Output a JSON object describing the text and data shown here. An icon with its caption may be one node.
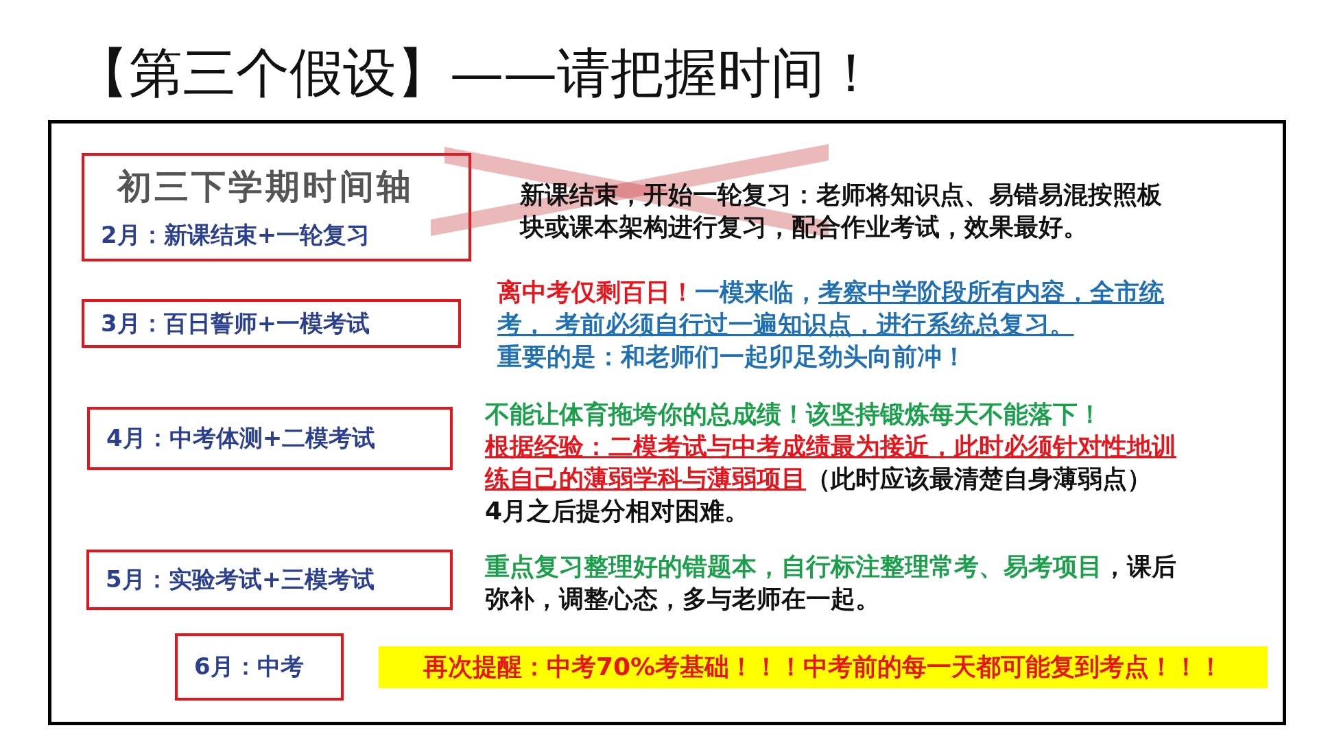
{
  "diagram": {
    "title": "【第三个假设】——请把握时间！",
    "nodes": [
      {
        "text": [],
        "shape": "box"
      },
      {
        "text": [
          "初三下学期时间轴",
          "2月：新课结束+一轮复习"
        ],
        "in": 0,
        "beside": [
          "新课结束，开始一轮复习：老师将知识点、易错易混按照板块或课本架构进行复习，配合作业考试，效果最好。"
        ]
      },
      {
        "text": [
          "3月：百日誓师+一模考试"
        ],
        "in": 0,
        "beside": [
          "离中考仅剩百日！",
          "一模来临，",
          "考察中学阶段所有内容，全市统考， 考前必须自行过一遍知识点，进行系统总复习。",
          "重要的是：和老师们一起卯足劲头向前冲！"
        ]
      },
      {
        "text": [
          "4月：中考体测+二模考试"
        ],
        "in": 0,
        "beside": [
          "不能让体育拖垮你的总成绩！该坚持锻炼每天不能落下！",
          "根据经验：二模考试与中考成绩最为接近，此时必须针对性地训练自己的薄弱学科与薄弱项目",
          "（此时应该最清楚自身薄弱点）",
          "4月之后提分相对困难。"
        ]
      },
      {
        "text": [
          "5月：实验考试+三模考试"
        ],
        "in": 0,
        "beside": [
          "重点复习整理好的错题本，自行标注整理常考、易考项目",
          "，课后弥补，调整心态，多与老师在一起。"
        ]
      },
      {
        "text": [
          "6月：中考"
        ],
        "in": 0
      },
      {
        "text": [
          "再次提醒：中考70%考基础！！！中考前的每一天都可能复到考点！！！"
        ],
        "in": 0
      }
    ],
    "edges": []
  }
}
